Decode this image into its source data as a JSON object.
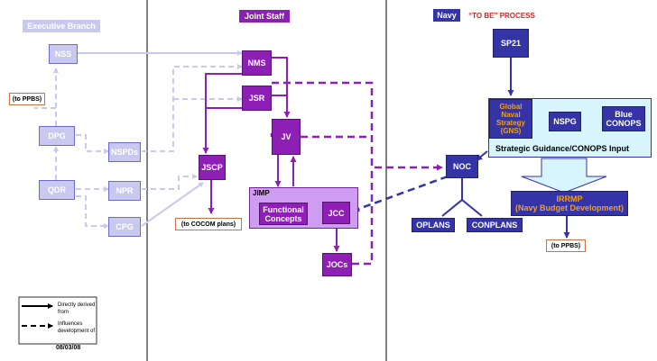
{
  "headers": {
    "executive_branch": "Executive Branch",
    "joint_staff": "Joint Staff",
    "navy": "Navy",
    "to_be_process": "“TO BE” PROCESS"
  },
  "executive": {
    "nss": "NSS",
    "dpg": "DPG",
    "qdr": "QDR",
    "nspds": "NSPDs",
    "npr": "NPR",
    "cpg": "CPG"
  },
  "joint_staff": {
    "nms": "NMS",
    "jsr": "JSR",
    "jv": "JV",
    "jscp": "JSCP",
    "jimp_label": "JIMP",
    "functional_concepts": "Functional\nConcepts",
    "jcc": "JCC",
    "jocs": "JOCs"
  },
  "navy": {
    "sp21": "SP21",
    "gns": "Global\nNaval\nStrategy\n(GNS)",
    "nspg": "NSPG",
    "blue_conops": "Blue\nCONOPS",
    "strategic_guidance": "Strategic Guidance/CONOPS Input",
    "noc": "NOC",
    "oplans": "OPLANS",
    "conplans": "CONPLANS",
    "irrmp": "IRRMP\n(Navy Budget Development)"
  },
  "notes": {
    "to_ppbs_left": "(to PPBS)",
    "to_cocom_plans": "(to COCOM plans)",
    "to_ppbs_right": "(to PPBS)"
  },
  "legend": {
    "directly_derived": "Directly derived\nfrom",
    "influences": "Influences\ndevelopment of"
  },
  "date": "08/03/08",
  "colors": {
    "exec_fill": "#c9c9ef",
    "joint_staff_purple": "#8e1fb4",
    "navy_blue": "#3434a6",
    "to_be_red": "#e02020",
    "strategic_light_blue": "#d8f4fc"
  }
}
